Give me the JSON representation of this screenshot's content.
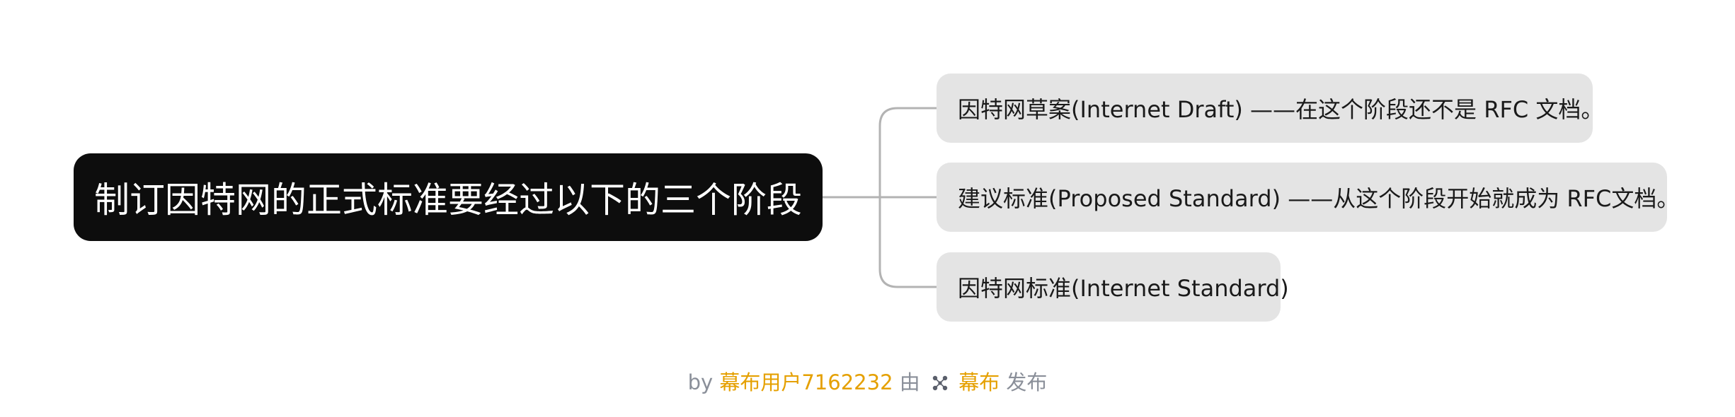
{
  "mindmap": {
    "root": {
      "label": "制订因特网的正式标准要经过以下的三个阶段"
    },
    "children": [
      {
        "label": "因特网草案(Internet Draft) ——在这个阶段还不是 RFC 文档。"
      },
      {
        "label": "建议标准(Proposed Standard) ——从这个阶段开始就成为 RFC文档。"
      },
      {
        "label": "因特网标准(Internet Standard)"
      }
    ]
  },
  "footer": {
    "by": "by",
    "user": "幕布用户7162232",
    "via": "由",
    "brand": "幕布",
    "publish": "发布",
    "brand_icon": "mubu-logo-icon"
  },
  "colors": {
    "root_bg": "#0d0d0d",
    "child_bg": "#e4e4e4",
    "connector": "#b3b3b3",
    "accent": "#e5a000",
    "footer_text": "#8a8f99"
  }
}
